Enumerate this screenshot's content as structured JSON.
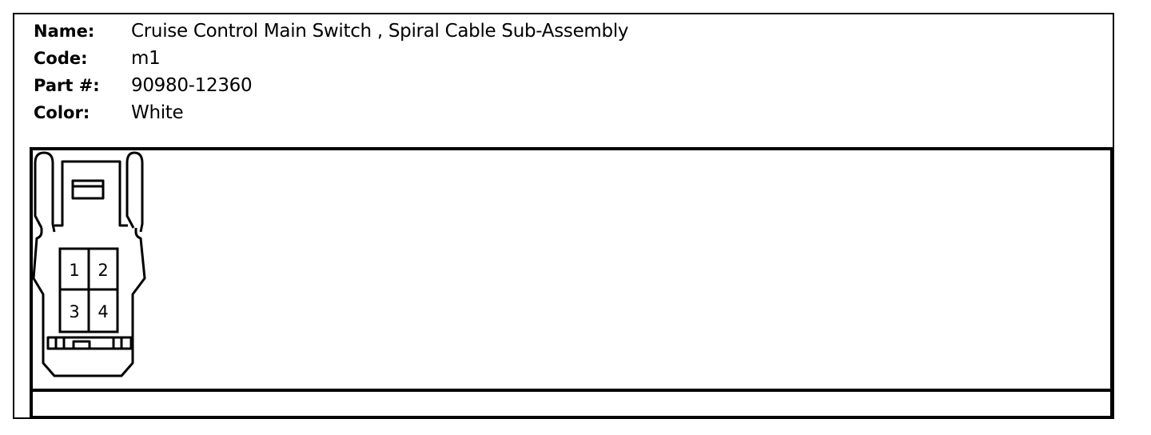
{
  "info": {
    "name_label": "Name:",
    "name_value": "Cruise Control Main Switch , Spiral Cable Sub-Assembly",
    "code_label": "Code:",
    "code_value": "m1",
    "part_label": "Part #:",
    "part_value": "90980-12360",
    "color_label": "Color:",
    "color_value": "White"
  },
  "connector": {
    "pins": [
      "1",
      "2",
      "3",
      "4"
    ]
  }
}
